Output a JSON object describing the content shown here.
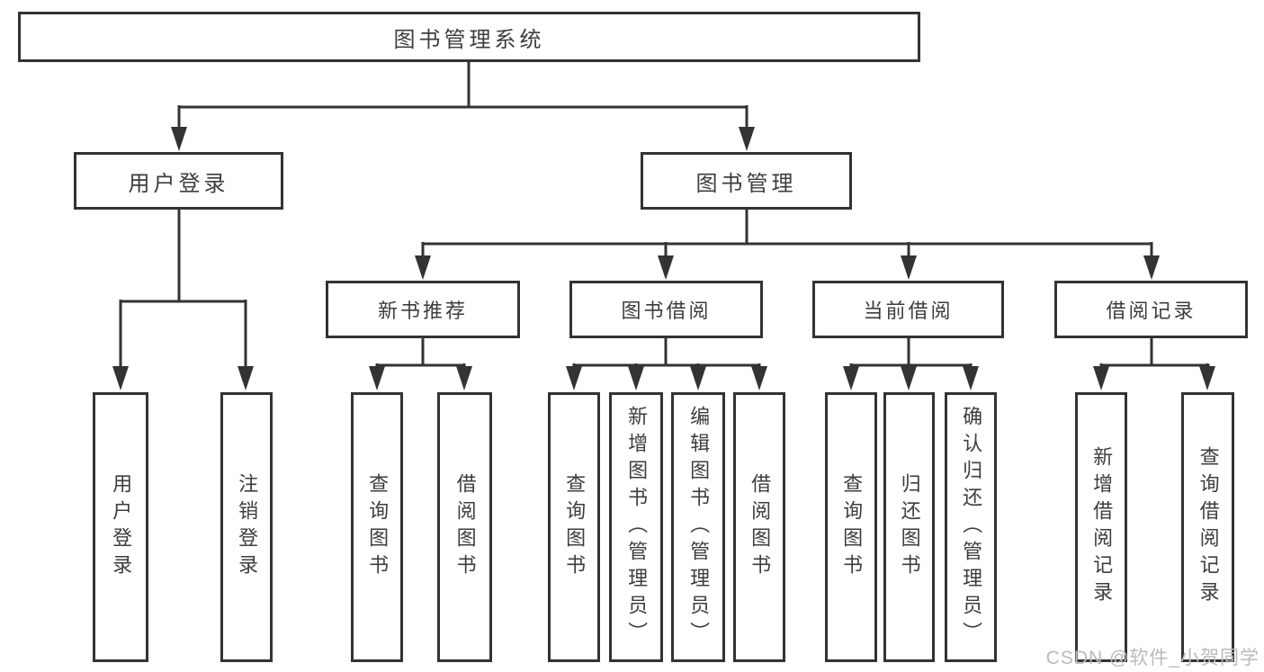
{
  "diagram": {
    "root": {
      "label": "图书管理系统"
    },
    "branches": {
      "user_login": {
        "label": "用户登录",
        "children": [
          "用户登录",
          "注销登录"
        ]
      },
      "book_mgmt": {
        "label": "图书管理",
        "groups": {
          "new_book_rec": {
            "label": "新书推荐",
            "children": [
              "查询图书",
              "借阅图书"
            ]
          },
          "book_borrow": {
            "label": "图书借阅",
            "children": [
              "查询图书",
              "新增图书（管理员）",
              "编辑图书（管理员）",
              "借阅图书"
            ]
          },
          "current_borrow": {
            "label": "当前借阅",
            "children": [
              "查询图书",
              "归还图书",
              "确认归还（管理员）"
            ]
          },
          "borrow_records": {
            "label": "借阅记录",
            "children": [
              "新增借阅记录",
              "查询借阅记录"
            ]
          }
        }
      }
    }
  },
  "watermark": {
    "text": "CSDN @软件_小贺同学"
  },
  "colors": {
    "line": "#333333",
    "text": "#3d3d3d",
    "background": "#ffffff",
    "watermark": "#bdb9bb"
  }
}
